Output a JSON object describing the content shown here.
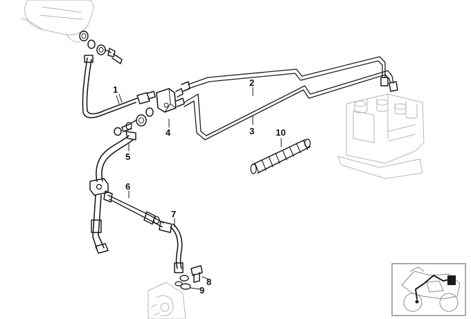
{
  "callouts": {
    "c1": "1",
    "c2": "2",
    "c3": "3",
    "c4": "4",
    "c5": "5",
    "c6": "6",
    "c7": "7",
    "c8": "8",
    "c9": "9",
    "c10": "10"
  },
  "colors": {
    "line": "#1a1a1a",
    "ghost": "#b5b5b5",
    "inset_frame": "#555555",
    "background": "#ffffff"
  }
}
